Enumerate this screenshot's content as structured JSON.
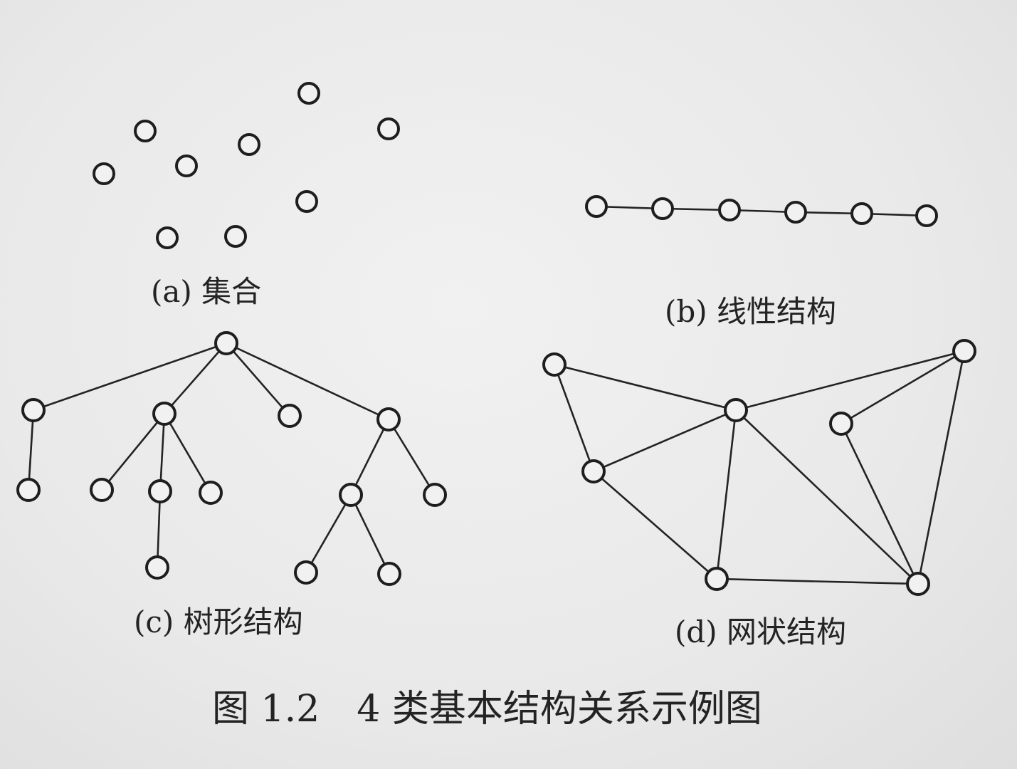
{
  "caption": "图 1.2　4 类基本结构关系示例图",
  "panels": [
    {
      "id": "a",
      "label": "(a) 集合"
    },
    {
      "id": "b",
      "label": "(b) 线性结构"
    },
    {
      "id": "c",
      "label": "(c) 树形结构"
    },
    {
      "id": "d",
      "label": "(d) 网状结构"
    }
  ]
}
